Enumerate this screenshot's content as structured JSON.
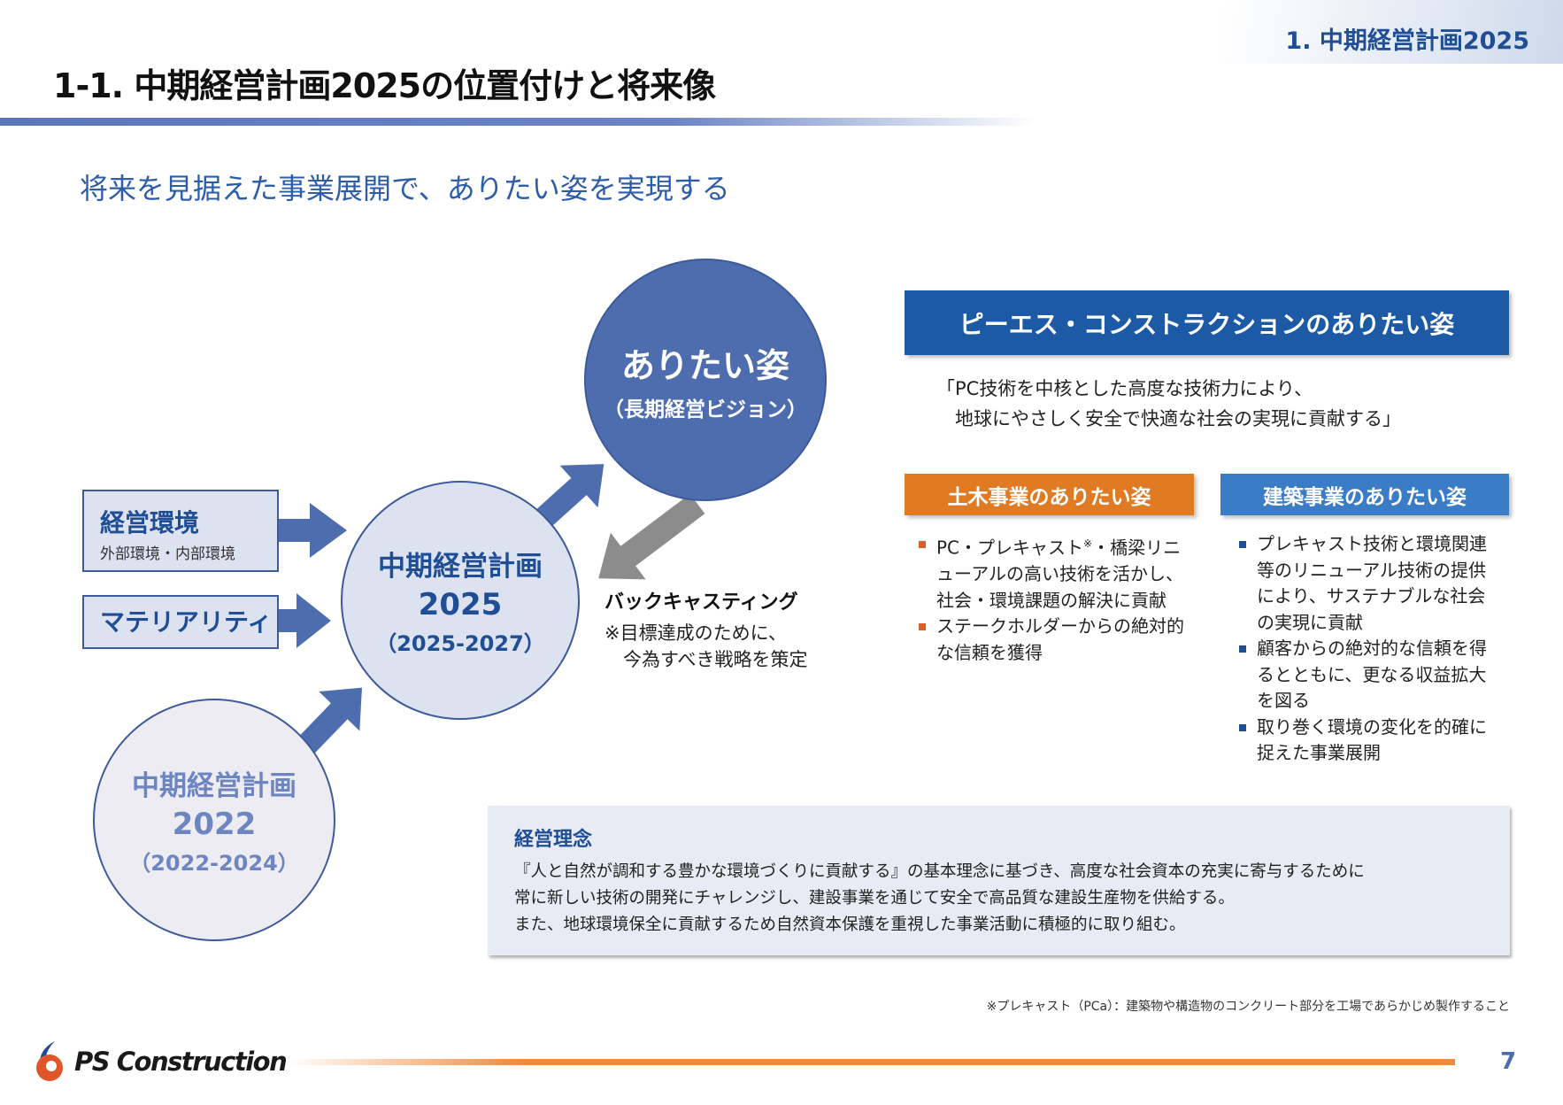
{
  "header": {
    "section_label": "1. 中期経営計画2025",
    "page_title": "1-1. 中期経営計画2025の位置付けと将来像",
    "subtitle": "将来を見据えた事業展開で、ありたい姿を実現する"
  },
  "diagram": {
    "aritai": {
      "title": "ありたい姿",
      "sub": "（長期経営ビジョン）"
    },
    "plan2025": {
      "title": "中期経営計画",
      "year": "2025",
      "period": "（2025-2027）"
    },
    "plan2022": {
      "title": "中期経営計画",
      "year": "2022",
      "period": "（2022-2024）"
    },
    "env_box": {
      "title": "経営環境",
      "sub": "外部環境・内部環境"
    },
    "materiality_box": {
      "title": "マテリアリティ"
    },
    "backcasting": {
      "title": "バックキャスティング",
      "line1": "※目標達成のために、",
      "line2": "　今為すべき戦略を策定"
    }
  },
  "vision": {
    "header": "ピーエス・コンストラクションのありたい姿",
    "quote_line1": "「PC技術を中核とした高度な技術力により、",
    "quote_line2": "　地球にやさしく安全で快適な社会の実現に貢献する」",
    "civil": {
      "title": "土木事業のありたい姿",
      "items": [
        {
          "text": "PC・プレキャスト",
          "note": "※",
          "rest": "・橋梁リニューアルの高い技術を活かし、社会・環境課題の解決に貢献"
        },
        {
          "text": "ステークホルダーからの絶対的な信頼を獲得"
        }
      ]
    },
    "architecture": {
      "title": "建築事業のありたい姿",
      "items": [
        "プレキャスト技術と環境関連等のリニューアル技術の提供により、サステナブルな社会の実現に貢献",
        "顧客からの絶対的な信頼を得るとともに、更なる収益拡大を図る",
        "取り巻く環境の変化を的確に捉えた事業展開"
      ]
    }
  },
  "philosophy": {
    "title": "経営理念",
    "lines": [
      "『人と自然が調和する豊かな環境づくりに貢献する』の基本理念に基づき、高度な社会資本の充実に寄与するために",
      "常に新しい技術の開発にチャレンジし、建設事業を通じて安全で高品質な建設生産物を供給する。",
      "また、地球環境保全に貢献するため自然資本保護を重視した事業活動に積極的に取り組む。"
    ]
  },
  "footnote": "※プレキャスト（PCa）：建築物や構造物のコンクリート部分を工場であらかじめ製作すること",
  "footer": {
    "logo_text": "PS Construction",
    "page_number": "7"
  },
  "colors": {
    "primary": "#1f4e95",
    "circle": "#4e6daf",
    "orange": "#e07b24",
    "arch_blue": "#3b7cc6",
    "gray_arrow": "#8c8c8c"
  }
}
